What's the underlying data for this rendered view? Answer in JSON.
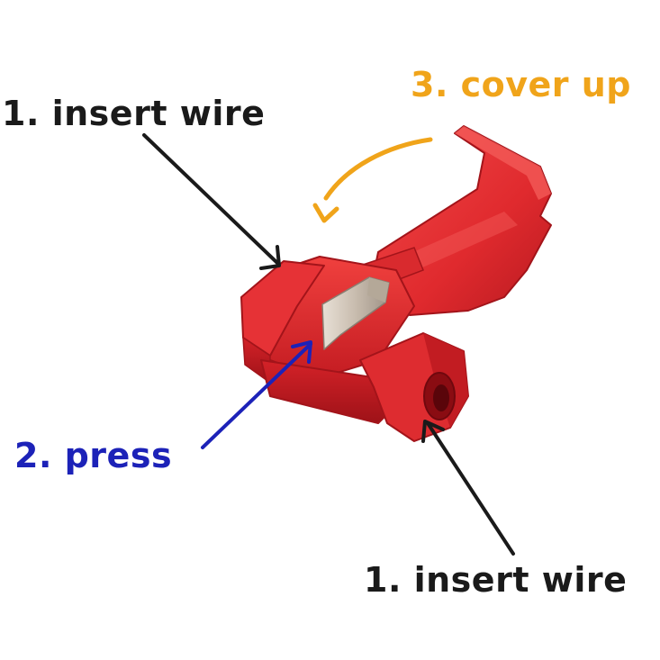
{
  "labels": {
    "insert_wire_top": "1. insert wire",
    "press": "2. press",
    "cover_up": "3. cover up",
    "insert_wire_bottom": "1. insert wire"
  },
  "colors": {
    "background": "#ffffff",
    "insert_wire": "#1a1a1a",
    "press": "#1c22b8",
    "cover_up": "#f0a41a",
    "connector_red": "#e8262c",
    "connector_dark_red": "#a8121a",
    "blade_metal": "#c9bfb3"
  },
  "icons": {
    "connector": "red-quick-splice-connector-icon",
    "blade": "metal-blade-icon"
  }
}
